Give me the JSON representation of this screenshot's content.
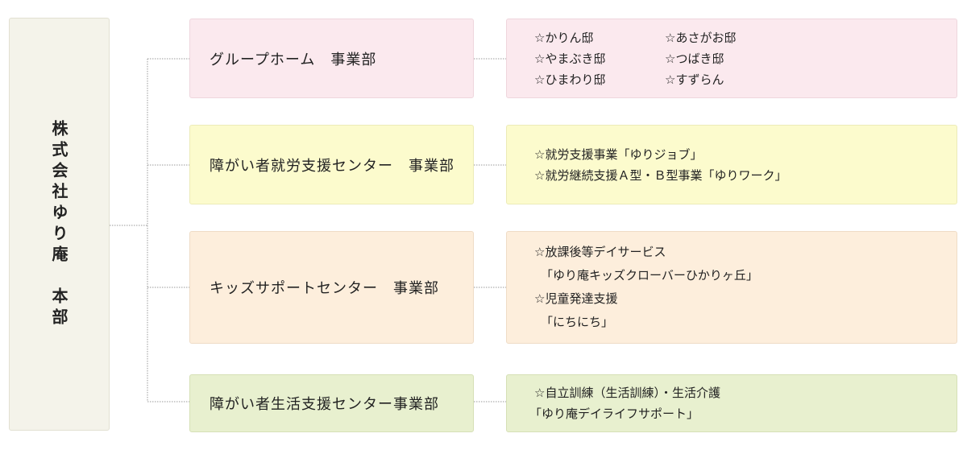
{
  "headquarters": {
    "label": "株式会社ゆり庵　本部"
  },
  "departments": [
    {
      "name": "グループホーム　事業部",
      "services": [
        "☆かりん邸",
        "☆あさがお邸",
        "☆やまぶき邸",
        "☆つばき邸",
        "☆ひまわり邸",
        "☆すずらん"
      ]
    },
    {
      "name": "障がい者就労支援センター　事業部",
      "services": [
        "☆就労支援事業「ゆりジョブ」",
        "☆就労継続支援Ａ型・Ｂ型事業「ゆりワーク」"
      ]
    },
    {
      "name": "キッズサポートセンター　事業部",
      "services": [
        "☆放課後等デイサービス",
        "「ゆり庵キッズクローバーひかりヶ丘」",
        "☆児童発達支援",
        "「にちにち」"
      ]
    },
    {
      "name": "障がい者生活支援センター事業部",
      "services": [
        "☆自立訓練（生活訓練）・生活介護",
        "「ゆり庵デイライフサポート」"
      ]
    }
  ],
  "colors": {
    "headquarters": "#f4f3ea",
    "group_home": "#fbe9ee",
    "employment": "#fcfbcd",
    "kids": "#fdeedc",
    "life_support": "#e8f0cf",
    "connector": "#9a9a9a"
  }
}
